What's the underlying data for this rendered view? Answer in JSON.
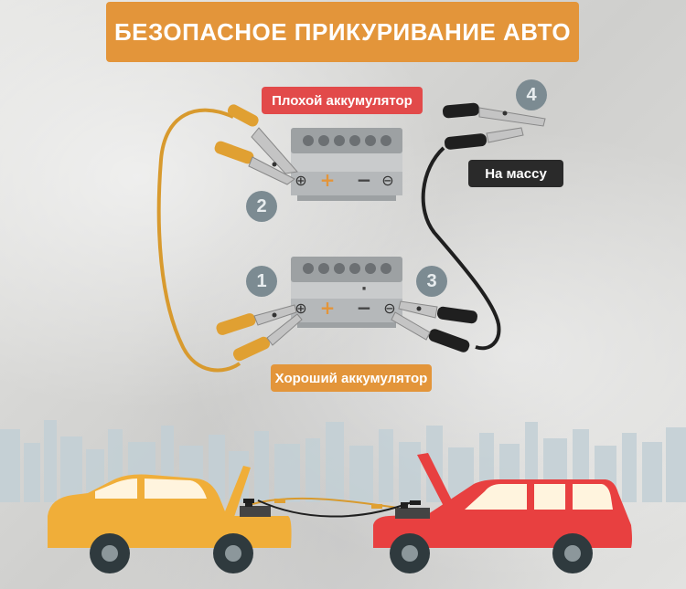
{
  "title": "БЕЗОПАСНОЕ ПРИКУРИВАНИЕ АВТО",
  "labels": {
    "bad_battery": "Плохой аккумулятор",
    "good_battery": "Хороший аккумулятор",
    "ground": "На массу"
  },
  "steps": [
    "1",
    "2",
    "3",
    "4"
  ],
  "terminals": {
    "plus": "+",
    "minus": "−",
    "plus_circle": "⊕",
    "minus_circle": "⊖",
    "dot": "·"
  },
  "colors": {
    "title_bg": "#e3953a",
    "bad_label_bg": "#e24a4a",
    "good_label_bg": "#e3953a",
    "ground_label_bg": "#2a2a2a",
    "badge_bg": "#7c8b92",
    "battery_body": "#c9cbcc",
    "battery_top": "#9da1a3",
    "orange_cable": "#d89a2e",
    "orange_clamp": "#e0a032",
    "black_cable": "#1f1f1f",
    "car_yellow": "#f0ae39",
    "car_red": "#e84040",
    "city": "#c3d0d6"
  }
}
